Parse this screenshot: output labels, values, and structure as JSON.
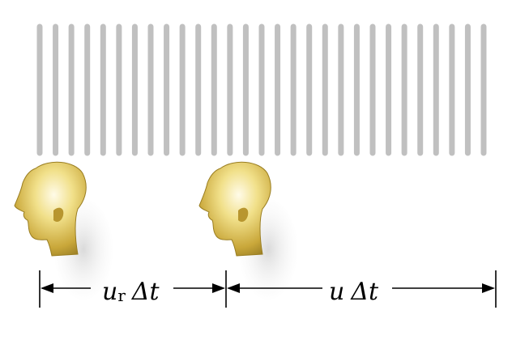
{
  "diagram": {
    "wavefront_count": 29,
    "wavefront_color": "#c0c0c0",
    "head_color": "#d9c15a",
    "labels": {
      "left_interval": {
        "main": "u",
        "subscript": "r",
        "suffix": "Δt"
      },
      "right_interval": {
        "main": "u",
        "suffix": "Δt"
      }
    },
    "icons": [
      "head-icon",
      "head-icon"
    ]
  }
}
